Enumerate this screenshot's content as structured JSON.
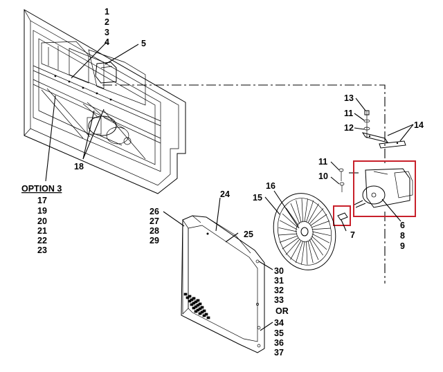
{
  "diagram": {
    "option_heading": "OPTION 3",
    "option_items": [
      "17",
      "19",
      "20",
      "21",
      "22",
      "23"
    ],
    "callouts": {
      "c1": "1",
      "c2": "2",
      "c3": "3",
      "c4": "4",
      "c5": "5",
      "c6": "6",
      "c7": "7",
      "c8": "8",
      "c9": "9",
      "c10": "10",
      "c11a": "11",
      "c11b": "11",
      "c12": "12",
      "c13": "13",
      "c14": "14",
      "c15": "15",
      "c16": "16",
      "c18": "18",
      "c24": "24",
      "c25": "25",
      "c26": "26",
      "c27": "27",
      "c28": "28",
      "c29": "29",
      "c30": "30",
      "c31": "31",
      "c32": "32",
      "c33": "33",
      "or": "OR",
      "c34": "34",
      "c35": "35",
      "c36": "36",
      "c37": "37"
    },
    "highlight_color": "#c8202a"
  }
}
